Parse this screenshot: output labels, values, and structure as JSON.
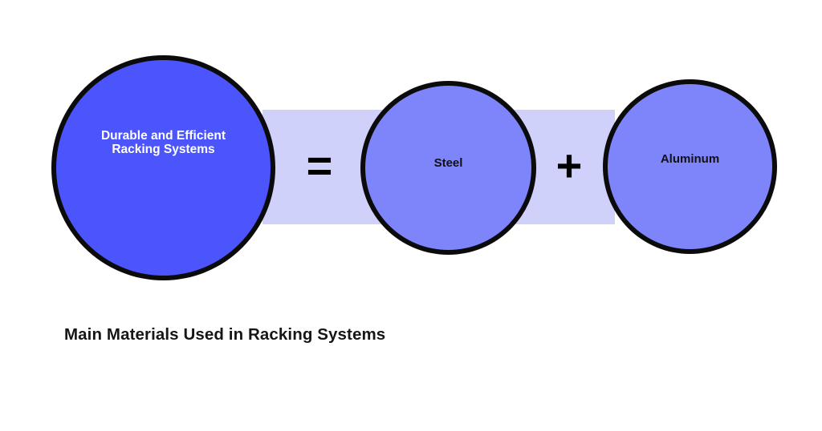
{
  "title": "Main Materials Used in Racking Systems",
  "diagram": {
    "result_label": "Durable and Efficient\nRacking Systems",
    "equals_symbol": "=",
    "plus_symbol": "+",
    "components": [
      {
        "label": "Steel"
      },
      {
        "label": "Aluminum"
      }
    ]
  },
  "colors": {
    "result_circle_fill": "#4C55FB",
    "component_circle_fill": "#7E84FA",
    "connector_band": "#D0D1FA",
    "circle_outline": "#0B0B0B",
    "result_label_text": "#FFFFFF",
    "component_label_text": "#111111",
    "operator_text": "#000000",
    "title_text": "#161616"
  }
}
